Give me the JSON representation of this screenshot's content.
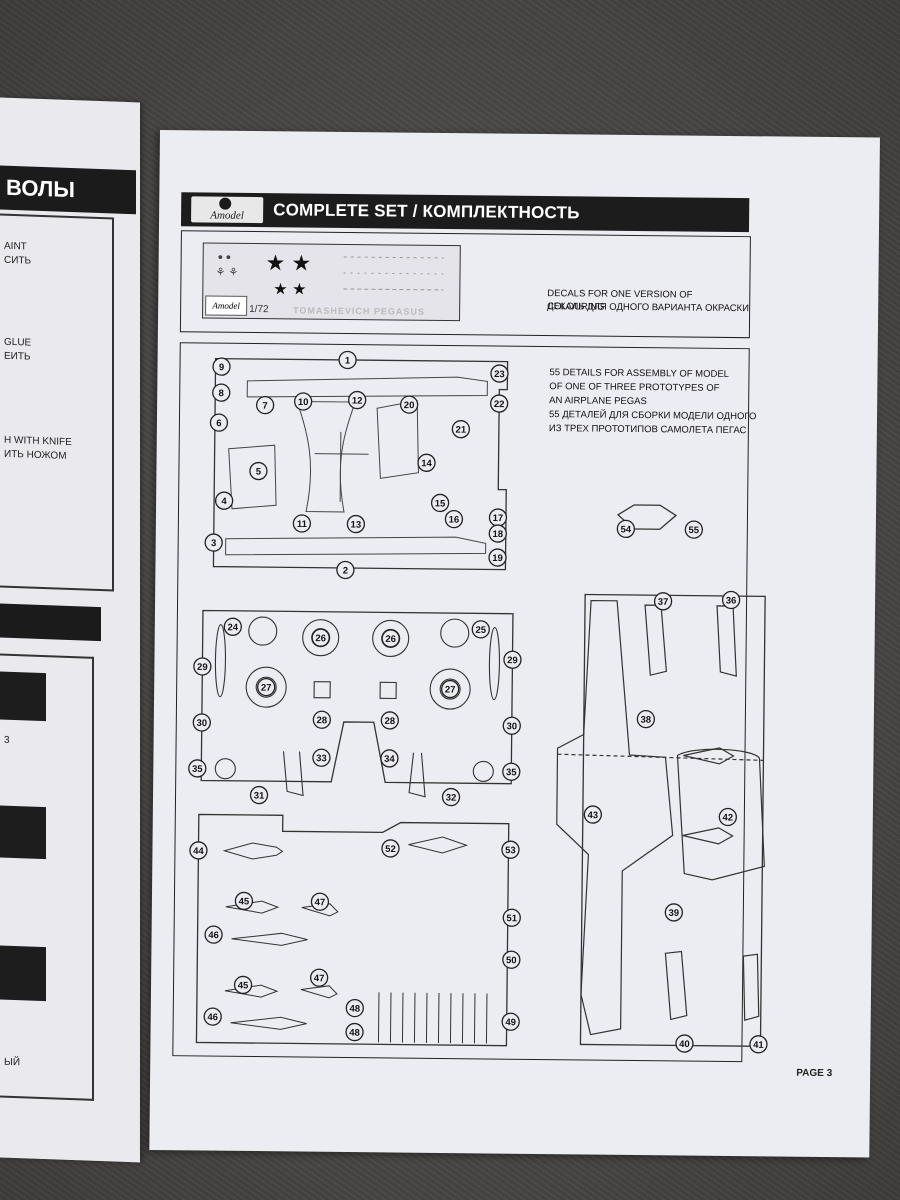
{
  "left_page": {
    "heading_fragment": "ВОЛЫ",
    "lines": [
      "AINT",
      "СИТЬ",
      "GLUE",
      "ЕИТЬ",
      "H WITH KNIFE",
      "ИТЬ НОЖОМ"
    ],
    "digit": "3",
    "last_fragment": "ЫЙ"
  },
  "header": {
    "logo": "Amodel",
    "title": "COMPLETE SET / КОМПЛЕКТНОСТЬ"
  },
  "decals": {
    "scale": "1/72",
    "name": "TOMASHEVICH PEGASUS",
    "caption_en": "DECALS FOR ONE VERSION OF COLOURING",
    "caption_ru": "ДЕКАЛЬ ДЛЯ  ОДНОГО ВАРИАНТА ОКРАСКИ"
  },
  "parts_caption": {
    "lines": [
      "55 DETAILS FOR ASSEMBLY OF MODEL",
      "OF ONE OF THREE PROTOTYPES OF",
      "AN AIRPLANE PEGAS",
      "55 ДЕТАЛЕЙ ДЛЯ СБОРКИ МОДЕЛИ ОДНОГО",
      "ИЗ ТРЕХ ПРОТОТИПОВ САМОЛЕТА ПЕГАС"
    ]
  },
  "part_numbers": {
    "sprue_a": [
      "1",
      "2",
      "3",
      "4",
      "5",
      "6",
      "7",
      "8",
      "9",
      "10",
      "11",
      "12",
      "13",
      "14",
      "15",
      "16",
      "17",
      "18",
      "19",
      "20",
      "21",
      "22",
      "23"
    ],
    "sprue_b": [
      "24",
      "25",
      "26",
      "26",
      "27",
      "27",
      "28",
      "28",
      "29",
      "29",
      "30",
      "30",
      "31",
      "32",
      "33",
      "34",
      "35",
      "35"
    ],
    "sprue_c": [
      "44",
      "45",
      "45",
      "46",
      "46",
      "47",
      "47",
      "48",
      "48",
      "49",
      "50",
      "51",
      "52",
      "53"
    ],
    "sprue_d": [
      "36",
      "37",
      "38",
      "39",
      "40",
      "41",
      "42",
      "43"
    ],
    "separate": [
      "54",
      "55"
    ]
  },
  "footer": {
    "page": "PAGE 3"
  }
}
